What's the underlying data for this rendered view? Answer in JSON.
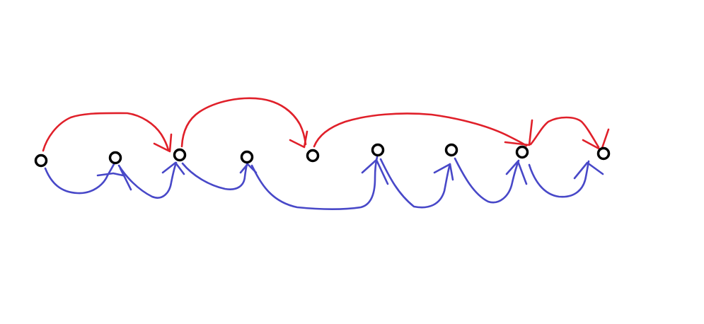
{
  "diagram": {
    "background": "#ffffff",
    "colors": {
      "node_stroke": "#000000",
      "node_fill": "#ffffff",
      "red_arc": "#e0202a",
      "blue_arc": "#4848c8"
    },
    "node_count": 9,
    "red_arcs": [
      {
        "from": 1,
        "to": 3
      },
      {
        "from": 3,
        "to": 5
      },
      {
        "from": 5,
        "to": 8
      },
      {
        "from": 8,
        "to": 9
      }
    ],
    "blue_arcs": [
      {
        "from": 1,
        "to": 2
      },
      {
        "from": 2,
        "to": 3
      },
      {
        "from": 3,
        "to": 4
      },
      {
        "from": 4,
        "to": 6
      },
      {
        "from": 6,
        "to": 7
      },
      {
        "from": 7,
        "to": 8
      },
      {
        "from": 8,
        "to": 9
      }
    ]
  }
}
